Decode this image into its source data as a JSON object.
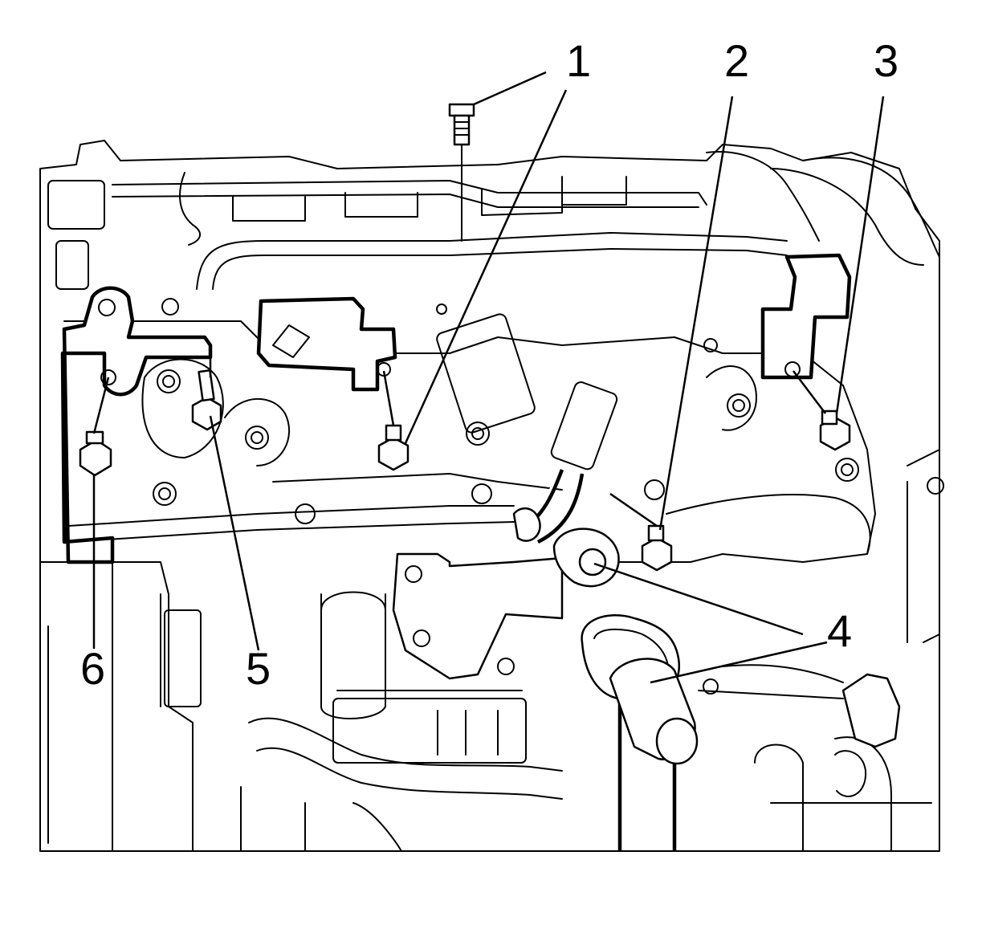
{
  "callouts": [
    {
      "id": 1,
      "label": "1"
    },
    {
      "id": 2,
      "label": "2"
    },
    {
      "id": 3,
      "label": "3"
    },
    {
      "id": 4,
      "label": "4"
    },
    {
      "id": 5,
      "label": "5"
    },
    {
      "id": 6,
      "label": "6"
    }
  ]
}
